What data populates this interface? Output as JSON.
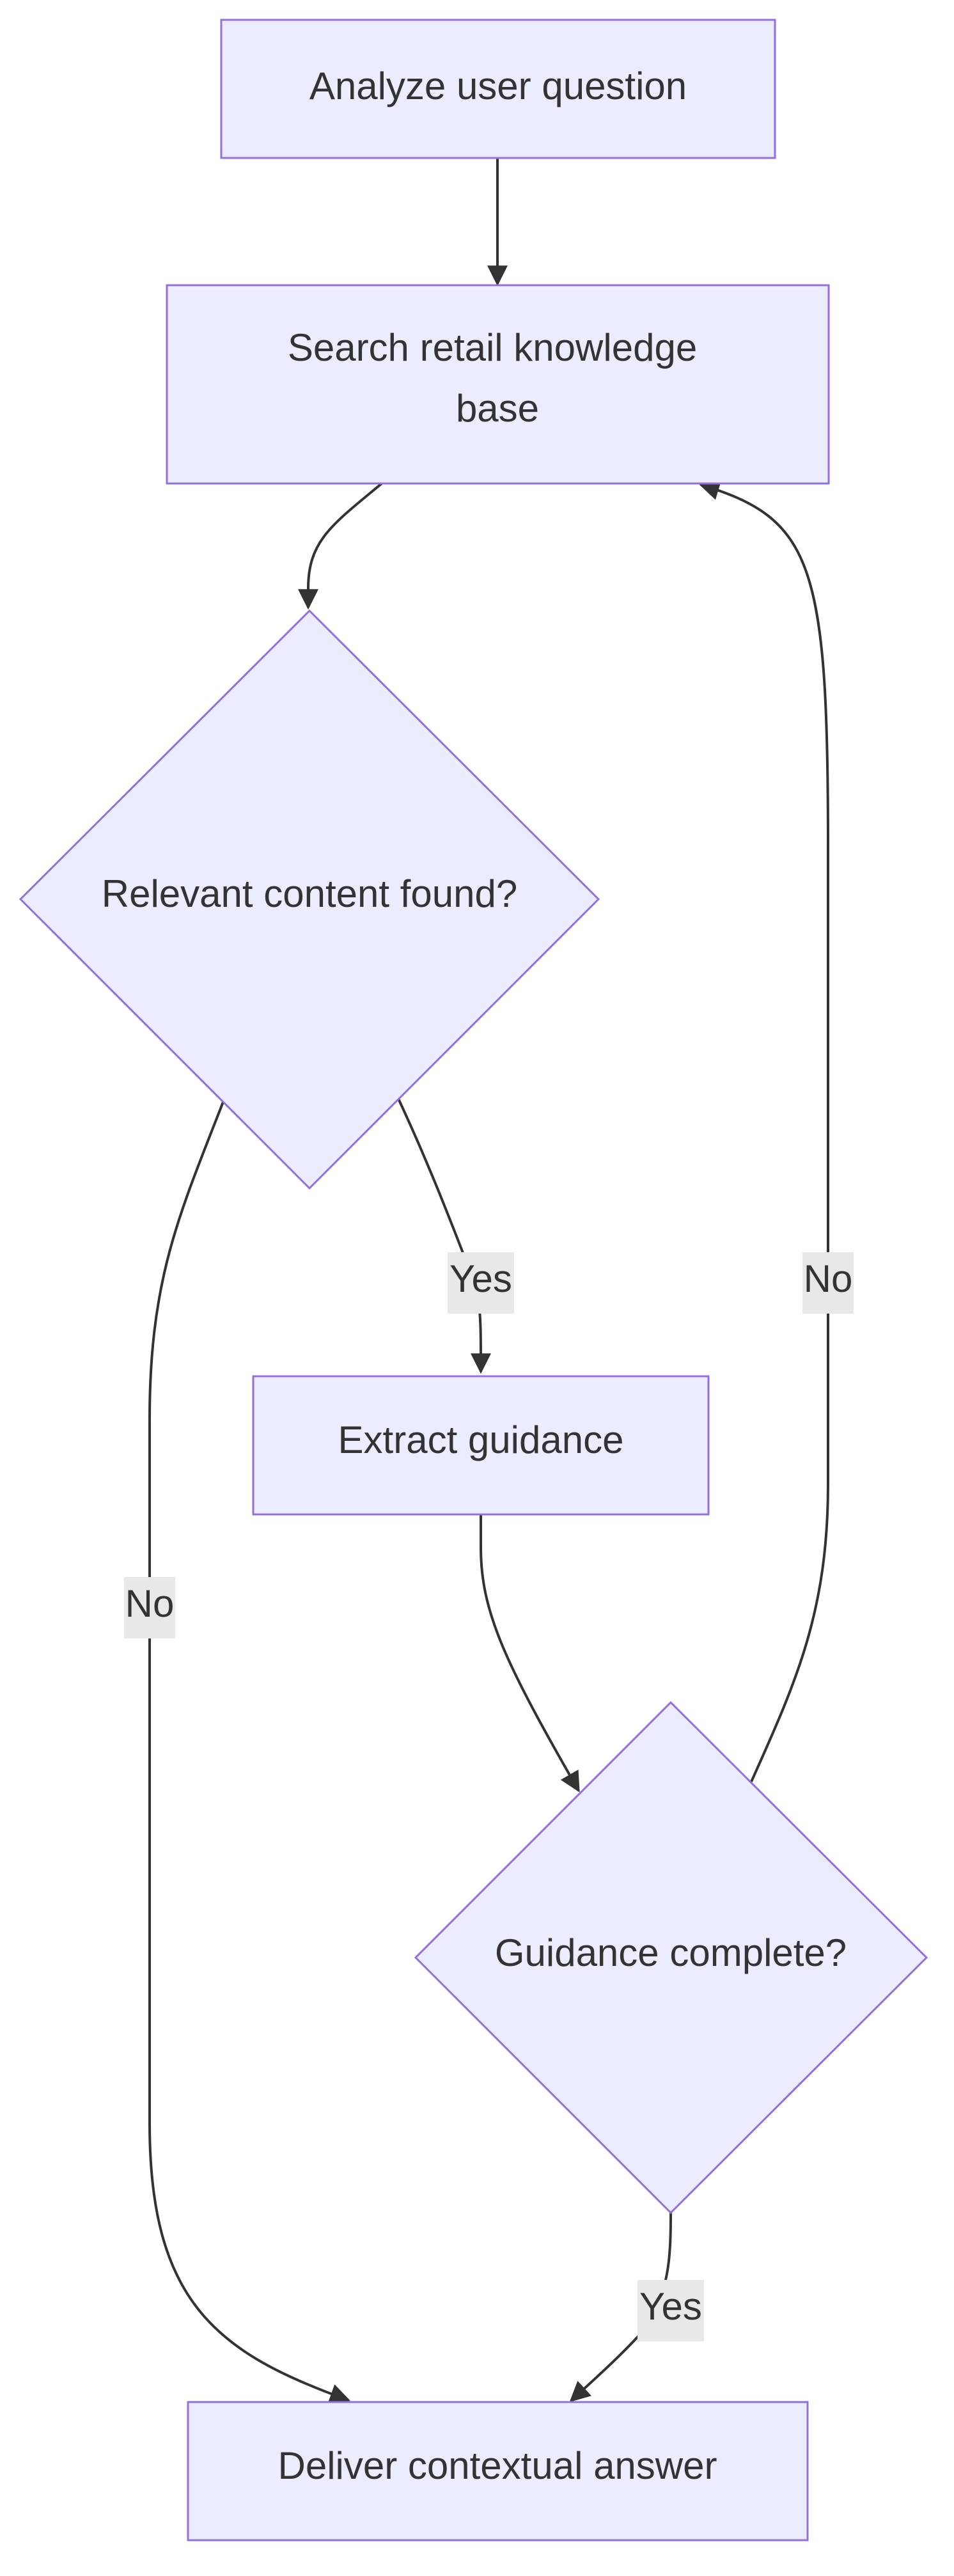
{
  "diagram": {
    "nodes": {
      "analyze": {
        "lines": [
          "Analyze user question"
        ]
      },
      "search": {
        "lines": [
          "Search retail knowledge",
          "base"
        ]
      },
      "relevant": {
        "lines": [
          "Relevant content found?"
        ]
      },
      "extract": {
        "lines": [
          "Extract guidance"
        ]
      },
      "complete": {
        "lines": [
          "Guidance complete?"
        ]
      },
      "deliver": {
        "lines": [
          "Deliver contextual answer"
        ]
      }
    },
    "edges": [
      {
        "from": "analyze",
        "to": "search",
        "label": ""
      },
      {
        "from": "search",
        "to": "relevant",
        "label": ""
      },
      {
        "from": "relevant",
        "to": "extract",
        "label": "Yes"
      },
      {
        "from": "relevant",
        "to": "deliver",
        "label": "No"
      },
      {
        "from": "extract",
        "to": "complete",
        "label": ""
      },
      {
        "from": "complete",
        "to": "search",
        "label": "No"
      },
      {
        "from": "complete",
        "to": "deliver",
        "label": "Yes"
      }
    ],
    "colors": {
      "node_fill": "#ECECFF",
      "node_stroke": "#9370DB",
      "edge": "#333333",
      "text": "#333333",
      "label_bg": "#e8e8e8"
    }
  }
}
